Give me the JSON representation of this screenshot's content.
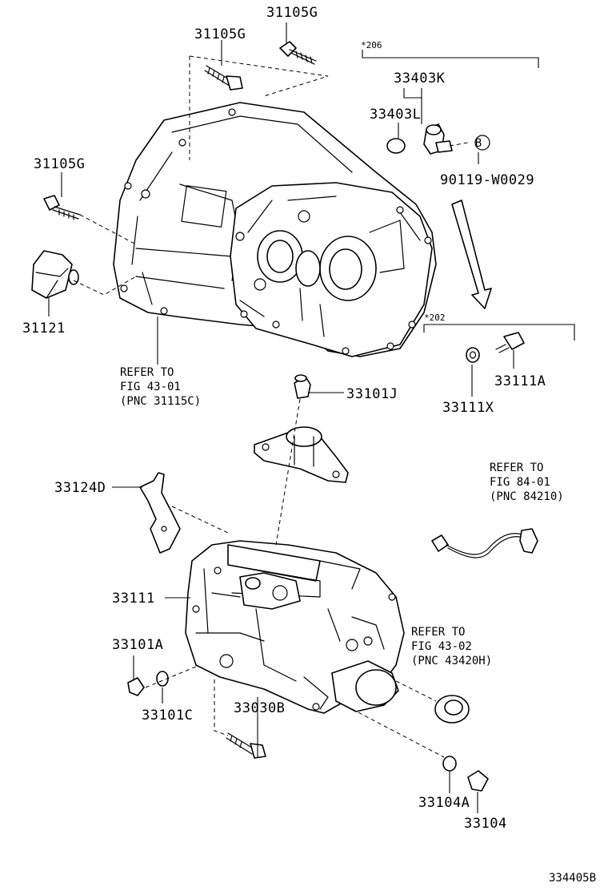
{
  "diagram": {
    "labels": {
      "p_31105g_top": "31105G",
      "p_31105g_mid": "31105G",
      "p_31105g_left": "31105G",
      "p_31121": "31121",
      "p_206": "*206",
      "p_33403k": "33403K",
      "p_33403l": "33403L",
      "p_90119": "90119-W0029",
      "p_b_circle": "B",
      "p_202": "*202",
      "p_33111a": "33111A",
      "p_33111x": "33111X",
      "p_33101j": "33101J",
      "p_33124d": "33124D",
      "p_33111": "33111",
      "p_33101a": "33101A",
      "p_33101c": "33101C",
      "p_33030b": "33030B",
      "p_33104a": "33104A",
      "p_33104": "33104",
      "footer_code": "334405B"
    },
    "refer_blocks": {
      "fig_43_01": [
        "REFER TO",
        "FIG 43-01",
        "(PNC 31115C)"
      ],
      "fig_84_01": [
        "REFER TO",
        "FIG 84-01",
        "(PNC 84210)"
      ],
      "fig_43_02": [
        "REFER TO",
        "FIG 43-02",
        "(PNC 43420H)"
      ]
    }
  }
}
